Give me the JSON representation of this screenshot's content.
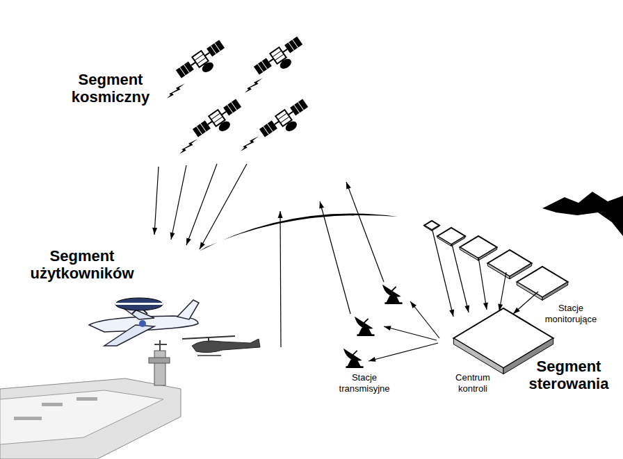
{
  "diagram": {
    "nodes": [
      {
        "text": [
          "Segment kosmiczny"
        ]
      },
      {
        "text": [
          "Segment użytkowników"
        ]
      },
      {
        "text": [
          "Segment sterowania"
        ]
      },
      {
        "text": [
          "Stacje transmisyjne"
        ],
        "in": 2
      },
      {
        "text": [
          "Centrum kontroli"
        ],
        "in": 2
      },
      {
        "text": [
          "Stacje monitorujące"
        ],
        "in": 2
      }
    ],
    "edges": [
      {
        "from": 0,
        "to": 1,
        "arrow": "to"
      },
      {
        "from": 3,
        "to": 0,
        "arrow": "to"
      },
      {
        "from": 4,
        "to": 3,
        "arrow": "to"
      },
      {
        "from": 5,
        "to": 4,
        "arrow": "to"
      }
    ]
  }
}
